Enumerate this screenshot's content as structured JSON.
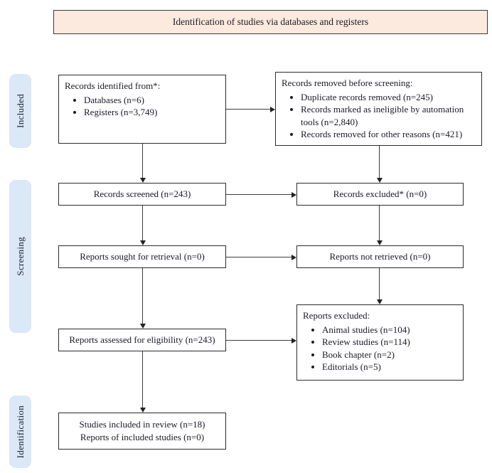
{
  "header": {
    "title": "Identification of studies via databases and registers"
  },
  "stages": [
    {
      "label": "Included"
    },
    {
      "label": "Screening"
    },
    {
      "label": "Identification"
    }
  ],
  "boxes": {
    "identified": {
      "title": "Records identified from*:",
      "bullets": [
        "Databases (n=6)",
        "Registers (n=3,749)"
      ]
    },
    "removed": {
      "title": "Records removed before screening:",
      "bullets": [
        "Duplicate records removed (n=245)",
        "Records marked as ineligible by automation tools (n=2,840)",
        "Records removed for other reasons (n=421)"
      ]
    },
    "screened": {
      "text": "Records screened (n=243)"
    },
    "excluded": {
      "text": "Records excluded* (n=0)"
    },
    "sought": {
      "text": "Reports sought for retrieval (n=0)"
    },
    "not_retrieved": {
      "text": "Reports not retrieved (n=0)"
    },
    "assessed": {
      "text": "Reports assessed for eligibility (n=243)"
    },
    "reports_excluded": {
      "title": "Reports excluded:",
      "bullets": [
        "Animal studies (n=104)",
        "Review studies (n=114)",
        "Book chapter (n=2)",
        "Editorials (n=5)"
      ]
    },
    "included": {
      "lines": [
        "Studies included in review (n=18)",
        "Reports of included studies (n=0)"
      ]
    }
  },
  "colors": {
    "banner_bg": "#fdeade",
    "stage_bg": "#dbe8f8",
    "box_border": "#2b2b2b",
    "arrow": "#3c3c3c",
    "text": "#1a1a28"
  }
}
